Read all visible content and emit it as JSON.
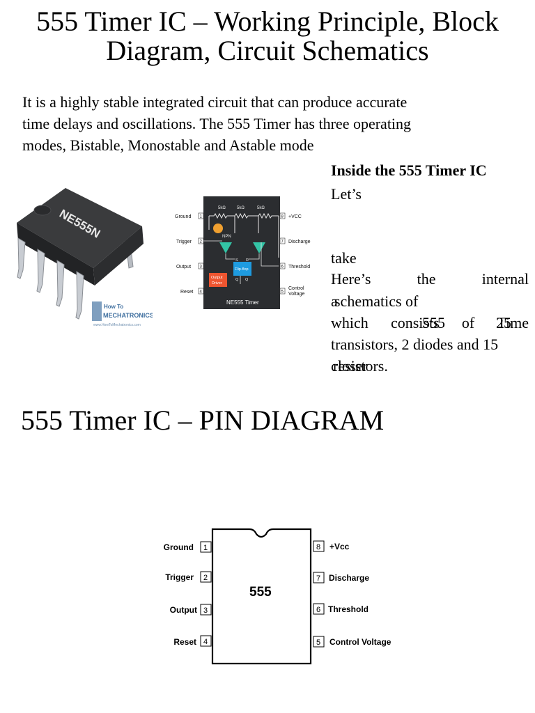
{
  "title": {
    "line1": "555 Timer IC – Working Principle, Block",
    "line2": "Diagram, Circuit Schematics"
  },
  "intro": {
    "line1": "It is a highly stable integrated circuit that can produce accurate",
    "line2": "time  delays and oscillations. The 555 Timer has three operating",
    "line3": "modes,  Bistable, Monostable and Astable mode"
  },
  "chip_photo": {
    "marking": "NE555N",
    "logo_line1": "How To",
    "logo_line2": "MECHATRONICS",
    "logo_url": "www.HowToMechatronics.com"
  },
  "block_diagram": {
    "resistors": [
      "5kΩ",
      "5kΩ",
      "5kΩ"
    ],
    "left_pins": [
      {
        "num": "1",
        "label": "Ground"
      },
      {
        "num": "2",
        "label": "Trigger"
      },
      {
        "num": "3",
        "label": "Output"
      },
      {
        "num": "4",
        "label": "Reset"
      }
    ],
    "right_pins": [
      {
        "num": "8",
        "label": "+VCC"
      },
      {
        "num": "7",
        "label": "Discharge"
      },
      {
        "num": "6",
        "label": "Threshold"
      },
      {
        "num": "5",
        "label": "Control",
        "label2": "Voltage"
      }
    ],
    "transistor": "NPN",
    "flipflop": "Flip-flop",
    "s_label": "S",
    "r_label": "R",
    "q_label": "Q",
    "qbar_label": "Q",
    "output_driver": "Output",
    "output_driver2": "Driver",
    "caption": "NE555 Timer"
  },
  "side_text": {
    "heading": "Inside the 555 Timer IC",
    "lets": "Let’s",
    "take": "take",
    "row1": [
      "Here’s",
      "the",
      "internal"
    ],
    "row2_a": "a",
    "row2_b": "schematics  of",
    "row3": [
      "which",
      "consists",
      "of",
      "Time",
      "25"
    ],
    "row3_overlay": "555",
    "row4": "transistors, 2 diodes and 15",
    "row5_a": "closer",
    "row5_b": "resistors."
  },
  "pin_section": {
    "heading": "555 Timer IC – PIN DIAGRAM",
    "chip_label": "555",
    "left_pins": [
      {
        "num": "1",
        "label": "Ground"
      },
      {
        "num": "2",
        "label": "Trigger"
      },
      {
        "num": "3",
        "label": "Output"
      },
      {
        "num": "4",
        "label": "Reset"
      }
    ],
    "right_pins": [
      {
        "num": "8",
        "label": "+Vcc"
      },
      {
        "num": "7",
        "label": "Discharge"
      },
      {
        "num": "6",
        "label": "Threshold"
      },
      {
        "num": "5",
        "label": "Control Voltage"
      }
    ]
  }
}
